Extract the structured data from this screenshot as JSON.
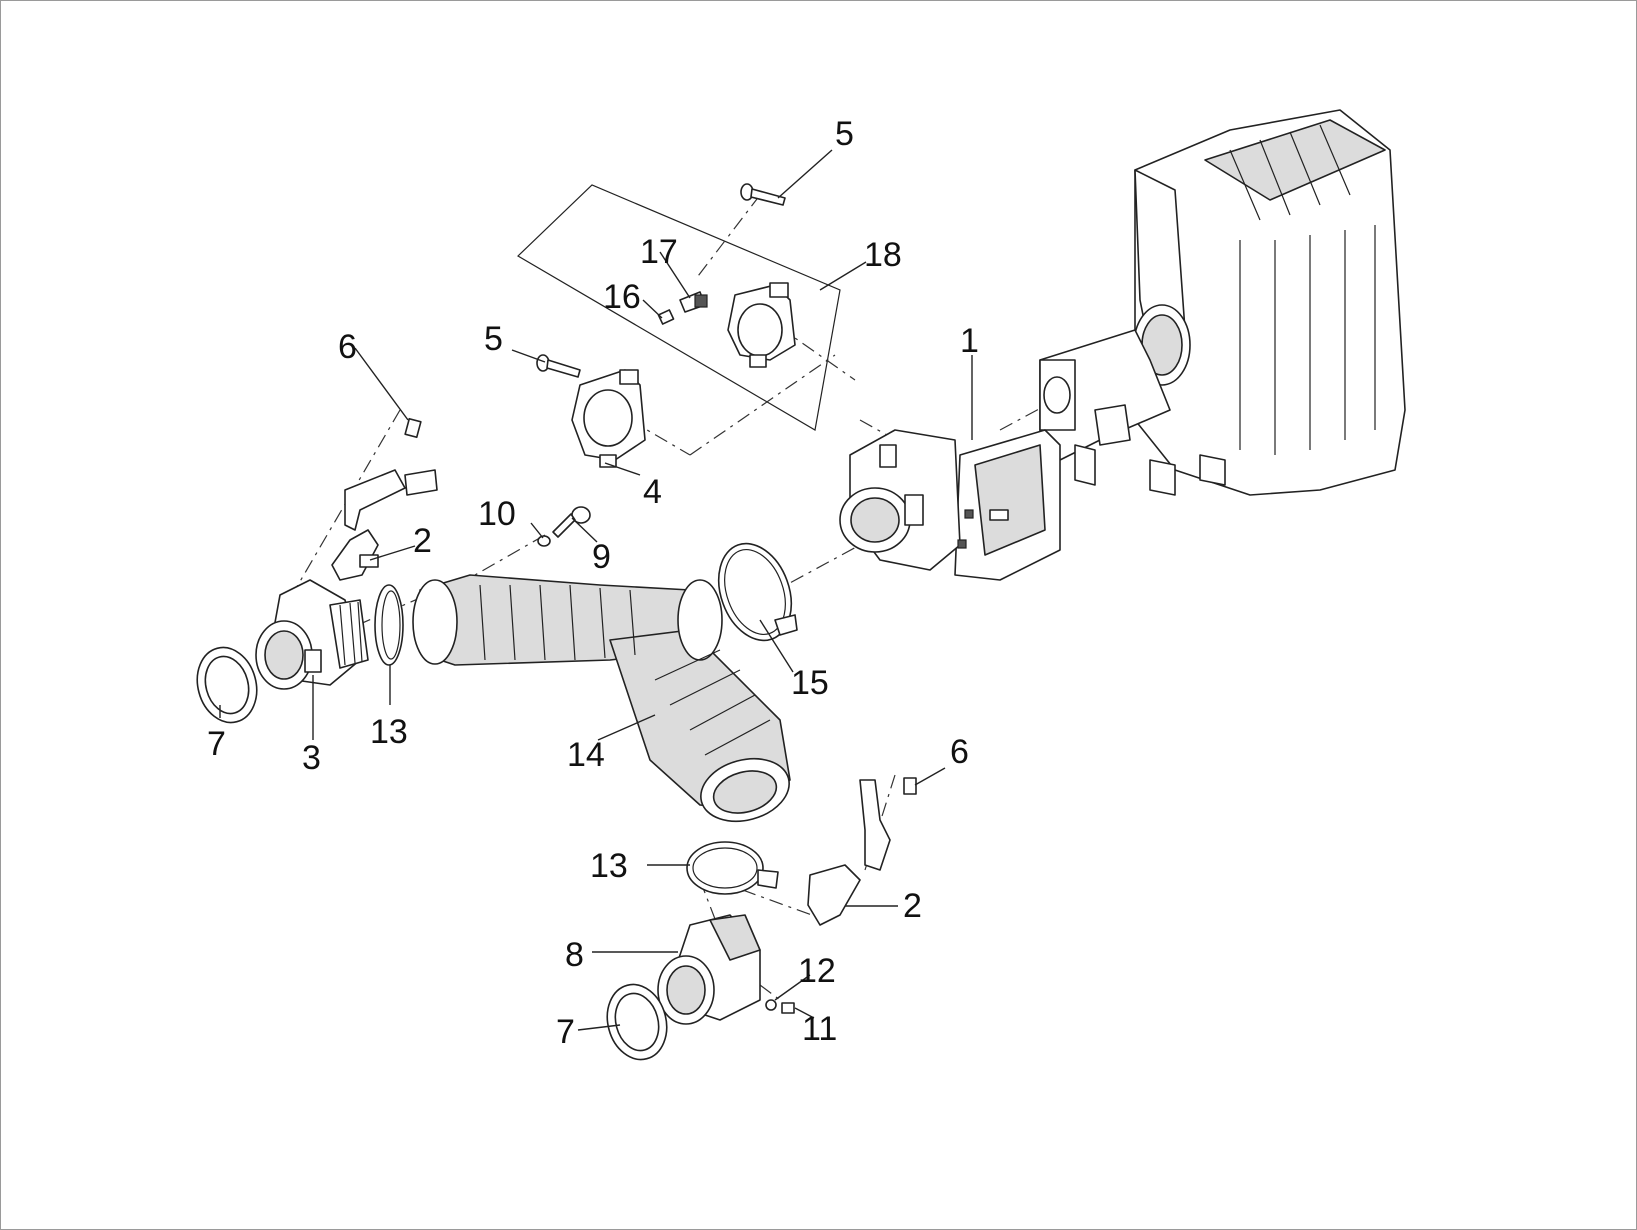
{
  "diagram": {
    "callouts": [
      {
        "id": "c1",
        "label": "1"
      },
      {
        "id": "c2a",
        "label": "2"
      },
      {
        "id": "c2b",
        "label": "2"
      },
      {
        "id": "c3",
        "label": "3"
      },
      {
        "id": "c4",
        "label": "4"
      },
      {
        "id": "c5a",
        "label": "5"
      },
      {
        "id": "c5b",
        "label": "5"
      },
      {
        "id": "c6a",
        "label": "6"
      },
      {
        "id": "c6b",
        "label": "6"
      },
      {
        "id": "c7a",
        "label": "7"
      },
      {
        "id": "c7b",
        "label": "7"
      },
      {
        "id": "c8",
        "label": "8"
      },
      {
        "id": "c9",
        "label": "9"
      },
      {
        "id": "c10",
        "label": "10"
      },
      {
        "id": "c11",
        "label": "11"
      },
      {
        "id": "c12",
        "label": "12"
      },
      {
        "id": "c13a",
        "label": "13"
      },
      {
        "id": "c13b",
        "label": "13"
      },
      {
        "id": "c14",
        "label": "14"
      },
      {
        "id": "c15",
        "label": "15"
      },
      {
        "id": "c16",
        "label": "16"
      },
      {
        "id": "c17",
        "label": "17"
      },
      {
        "id": "c18",
        "label": "18"
      }
    ],
    "colors": {
      "line": "#222222",
      "background": "#ffffff",
      "shade": "#dcdcdc"
    }
  }
}
